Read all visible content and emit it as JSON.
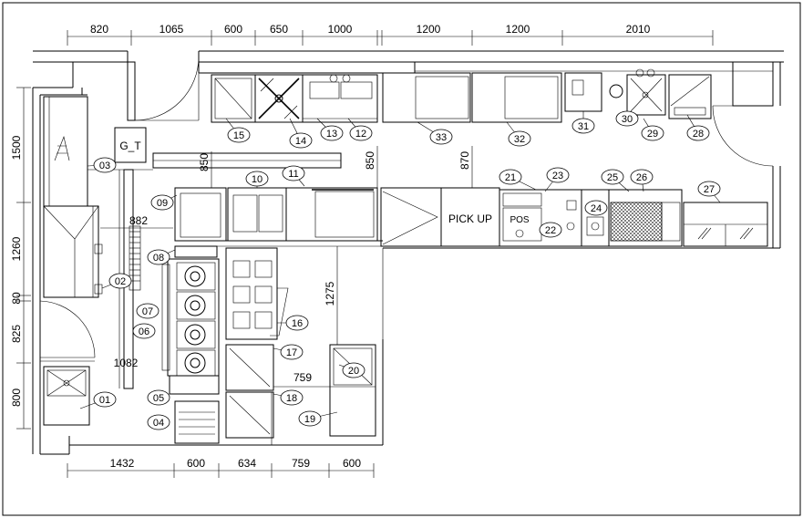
{
  "dimensions": {
    "top": [
      "820",
      "1065",
      "600",
      "650",
      "1000",
      "1200",
      "1200",
      "2010"
    ],
    "bottom": [
      "1432",
      "600",
      "634",
      "759",
      "600"
    ],
    "left": [
      "1500",
      "1260",
      "80",
      "825",
      "800"
    ],
    "inner": [
      "850",
      "850",
      "870",
      "882",
      "1082",
      "1275",
      "759"
    ]
  },
  "tags": [
    "01",
    "02",
    "03",
    "04",
    "05",
    "06",
    "07",
    "08",
    "09",
    "10",
    "11",
    "12",
    "13",
    "14",
    "15",
    "16",
    "17",
    "18",
    "19",
    "20",
    "21",
    "22",
    "23",
    "24",
    "25",
    "26",
    "27",
    "28",
    "29",
    "30",
    "31",
    "32",
    "33"
  ],
  "labels": {
    "pickup": "PICK UP",
    "pos": "POS",
    "gt": "G_T"
  }
}
